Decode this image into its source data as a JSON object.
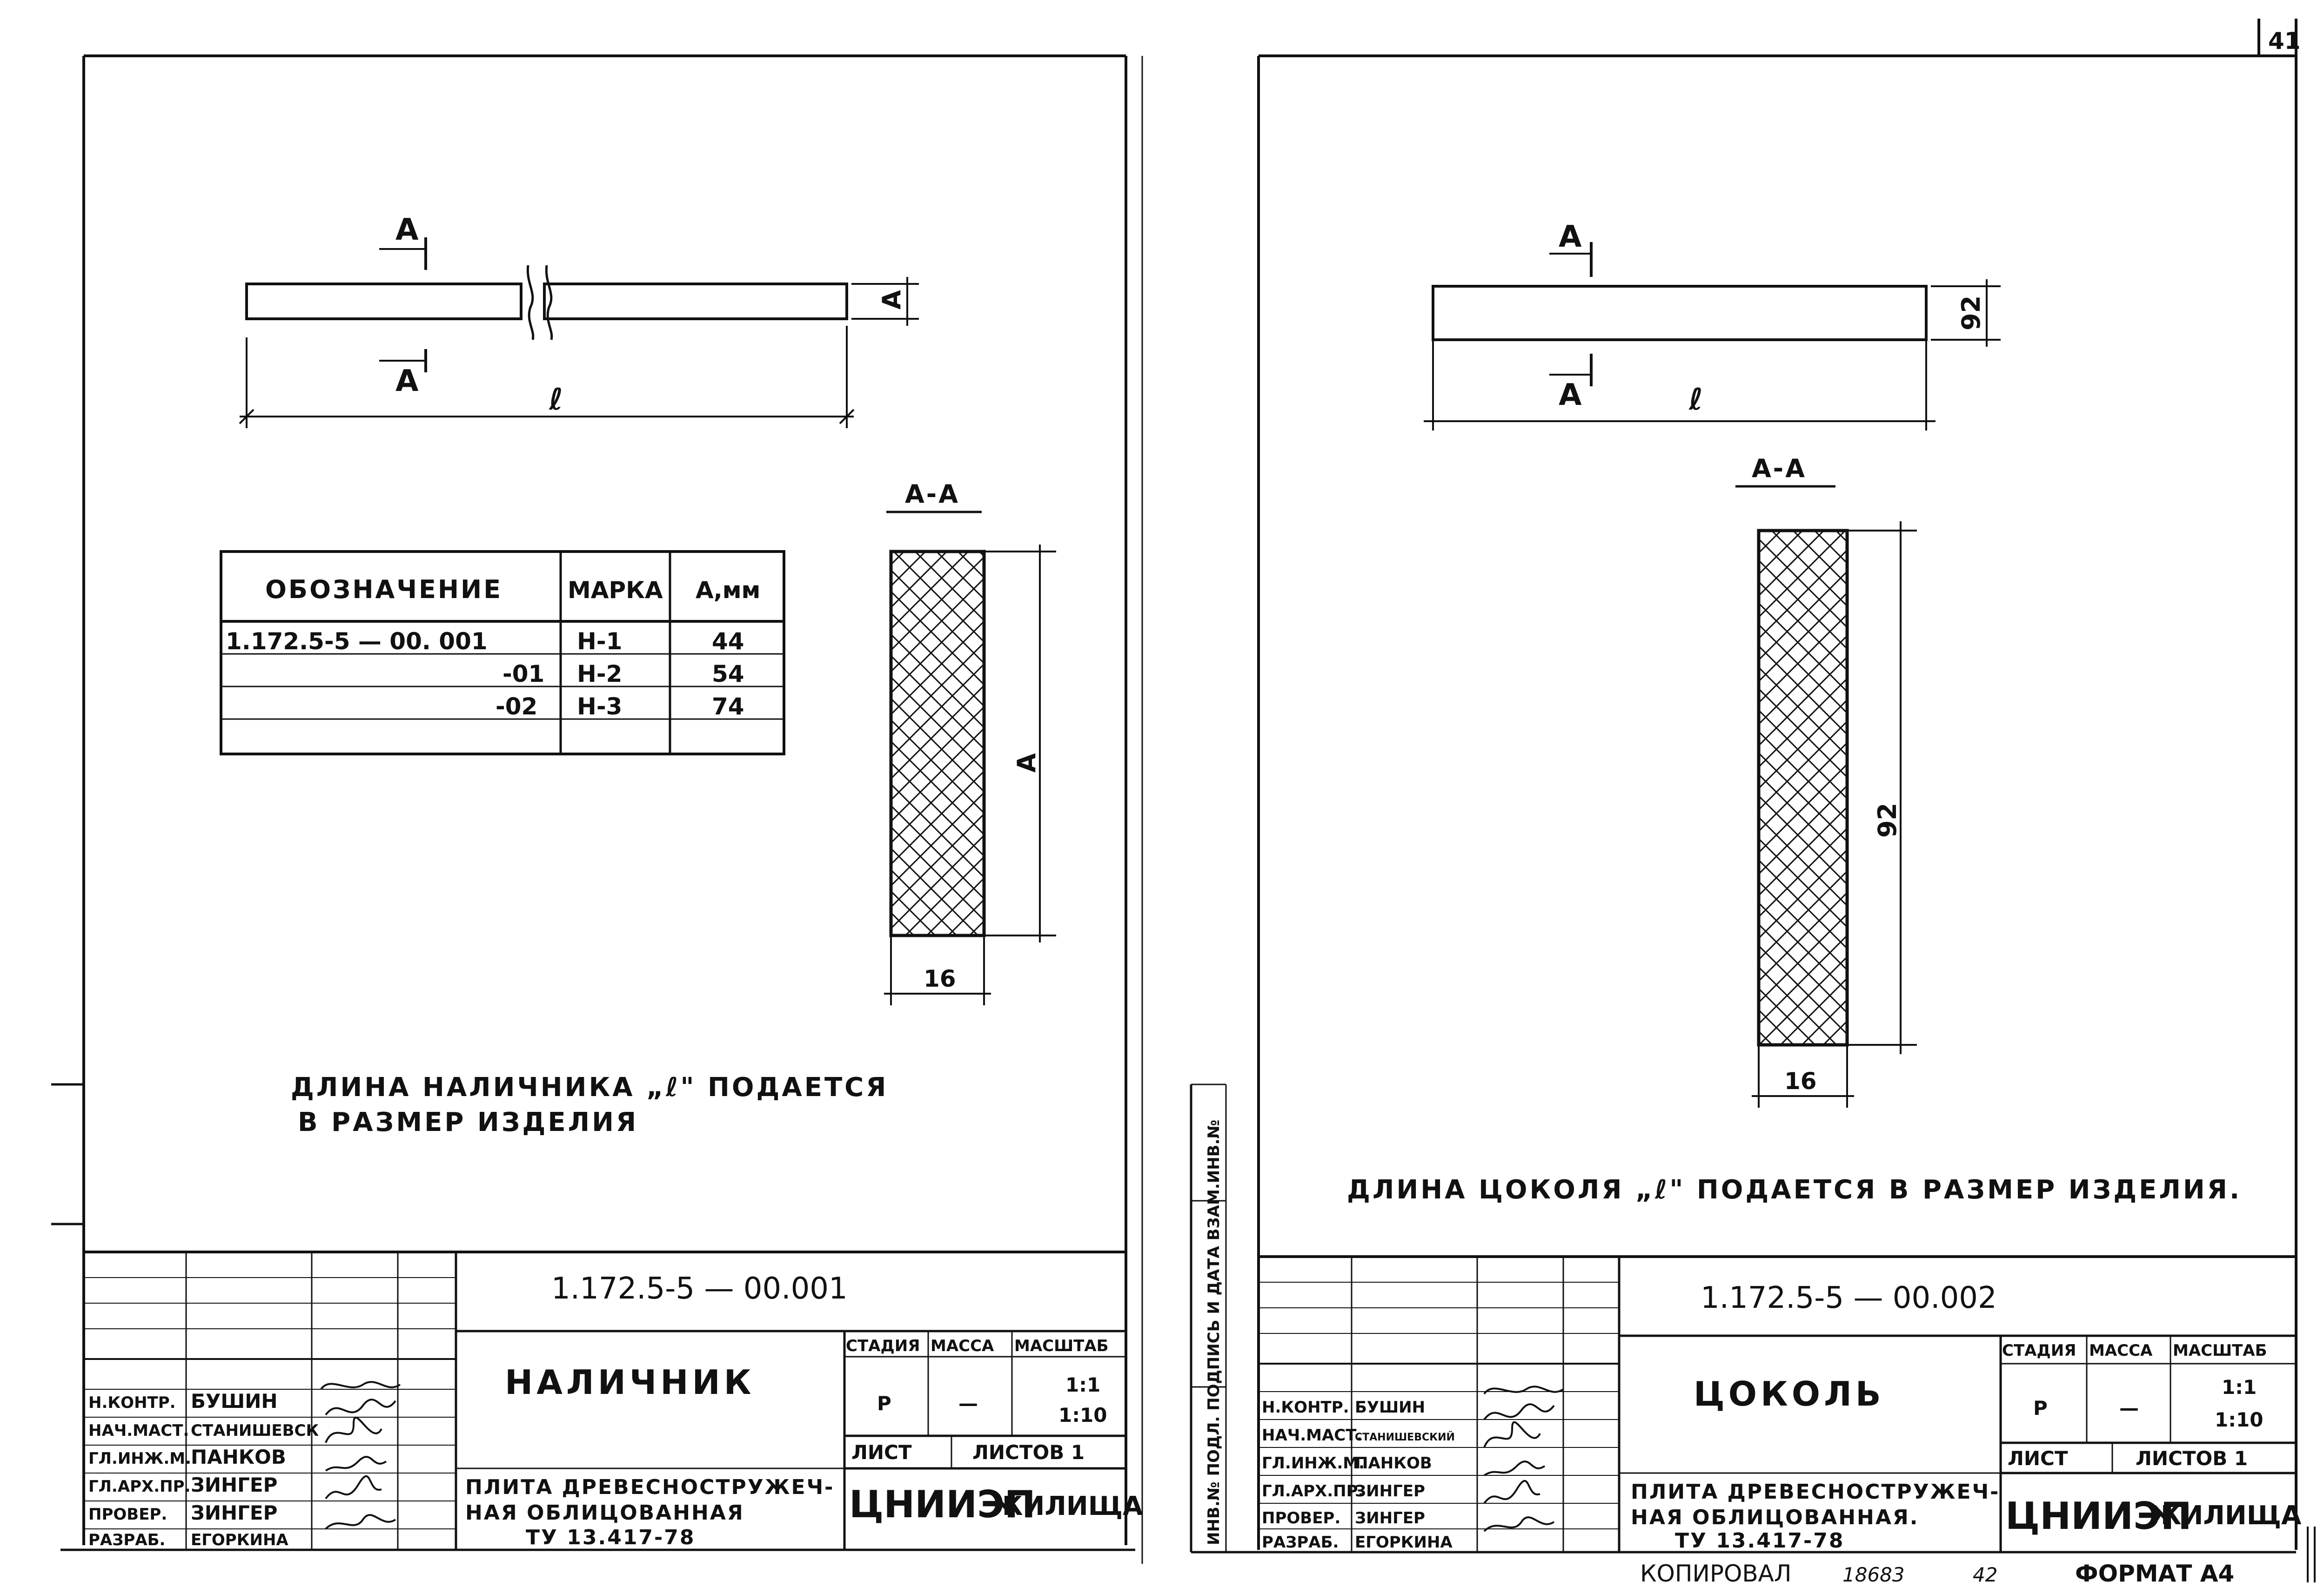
{
  "page_number": "41",
  "left_sheet": {
    "section_mark": "А",
    "length_symbol": "ℓ",
    "dim_symbol": "А",
    "section_title": "А-А",
    "section_width": "16",
    "table": {
      "headers": [
        "ОБОЗНАЧЕНИЕ",
        "МАРКА",
        "А,мм"
      ],
      "rows": [
        [
          "1.172.5-5 — 00. 001",
          "Н-1",
          "44"
        ],
        [
          "-01",
          "Н-2",
          "54"
        ],
        [
          "-02",
          "Н-3",
          "74"
        ],
        [
          "",
          "",
          ""
        ]
      ]
    },
    "note_line1": "ДЛИНА НАЛИЧНИКА „ℓ\" ПОДАЕТСЯ",
    "note_line2": "В РАЗМЕР ИЗДЕЛИЯ",
    "title_block": {
      "code": "1.172.5-5 — 00.001",
      "name": "НАЛИЧНИК",
      "description_line1": "ПЛИТА ДРЕВЕСНОСТРУЖЕЧ-",
      "description_line2": "НАЯ ОБЛИЦОВАННАЯ",
      "description_line3": "ТУ 13.417-78",
      "stage_header": "СТАДИЯ",
      "mass_header": "МАССА",
      "scale_header": "МАСШТАБ",
      "stage_value": "Р",
      "mass_value": "—",
      "scale_value1": "1:1",
      "scale_value2": "1:10",
      "sheet_label": "ЛИСТ",
      "sheets_label": "ЛИСТОВ 1",
      "org1": "ЦНИИЭП",
      "org2": "ЖИЛИЩА",
      "roles": [
        "Н.КОНТР.",
        "НАЧ.МАСТ.",
        "ГЛ.ИНЖ.М.",
        "ГЛ.АРХ.ПР.",
        "ПРОВЕР.",
        "РАЗРАБ."
      ],
      "names": [
        "БУШИН",
        "СТАНИШЕВСК",
        "ПАНКОВ",
        "ЗИНГЕР",
        "ЗИНГЕР",
        "ЕГОРКИНА"
      ]
    }
  },
  "right_sheet": {
    "section_mark": "А",
    "length_symbol": "ℓ",
    "height_dim": "92",
    "section_title": "А-А",
    "section_height": "92",
    "section_width": "16",
    "note": "ДЛИНА ЦОКОЛЯ „ℓ\" ПОДАЕТСЯ В РАЗМЕР ИЗДЕЛИЯ.",
    "side_stamp": "ИНВ.№ ПОДЛ. ПОДПИСЬ И ДАТА ВЗАМ.ИНВ.№",
    "title_block": {
      "code": "1.172.5-5 — 00.002",
      "name": "ЦОКОЛЬ",
      "description_line1": "ПЛИТА ДРЕВЕСНОСТРУЖЕЧ-",
      "description_line2": "НАЯ ОБЛИЦОВАННАЯ.",
      "description_line3": "ТУ 13.417-78",
      "stage_header": "СТАДИЯ",
      "mass_header": "МАССА",
      "scale_header": "МАСШТАБ",
      "stage_value": "Р",
      "mass_value": "—",
      "scale_value1": "1:1",
      "scale_value2": "1:10",
      "sheet_label": "ЛИСТ",
      "sheets_label": "ЛИСТОВ 1",
      "org1": "ЦНИИЭП",
      "org2": "ЖИЛИЩА",
      "roles": [
        "Н.КОНТР.",
        "НАЧ.МАСТ.",
        "ГЛ.ИНЖ.М.",
        "ГЛ.АРХ.ПР.",
        "ПРОВЕР.",
        "РАЗРАБ."
      ],
      "names": [
        "БУШИН",
        "СТАНИШЕВСКИЙ",
        "ПАНКОВ",
        "ЗИНГЕР",
        "ЗИНГЕР",
        "ЕГОРКИНА"
      ]
    },
    "footer": {
      "copied_label": "КОПИРОВАЛ",
      "order_number": "18683",
      "sheet_number": "42",
      "format_label": "ФОРМАТ А4"
    }
  }
}
